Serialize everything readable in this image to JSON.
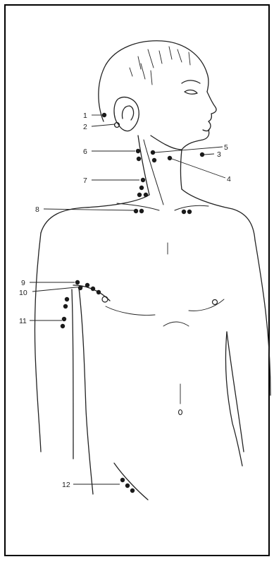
{
  "figure": {
    "labels": [
      {
        "id": "1",
        "text": "1"
      },
      {
        "id": "2",
        "text": "2"
      },
      {
        "id": "3",
        "text": "3"
      },
      {
        "id": "4",
        "text": "4"
      },
      {
        "id": "5",
        "text": "5"
      },
      {
        "id": "6",
        "text": "6"
      },
      {
        "id": "7",
        "text": "7"
      },
      {
        "id": "8",
        "text": "8"
      },
      {
        "id": "9",
        "text": "9"
      },
      {
        "id": "10",
        "text": "10"
      },
      {
        "id": "11",
        "text": "11"
      },
      {
        "id": "12",
        "text": "12"
      }
    ]
  },
  "colors": {
    "line": "#222222",
    "node": "#1a1a1a",
    "border": "#000000",
    "background": "#ffffff"
  }
}
